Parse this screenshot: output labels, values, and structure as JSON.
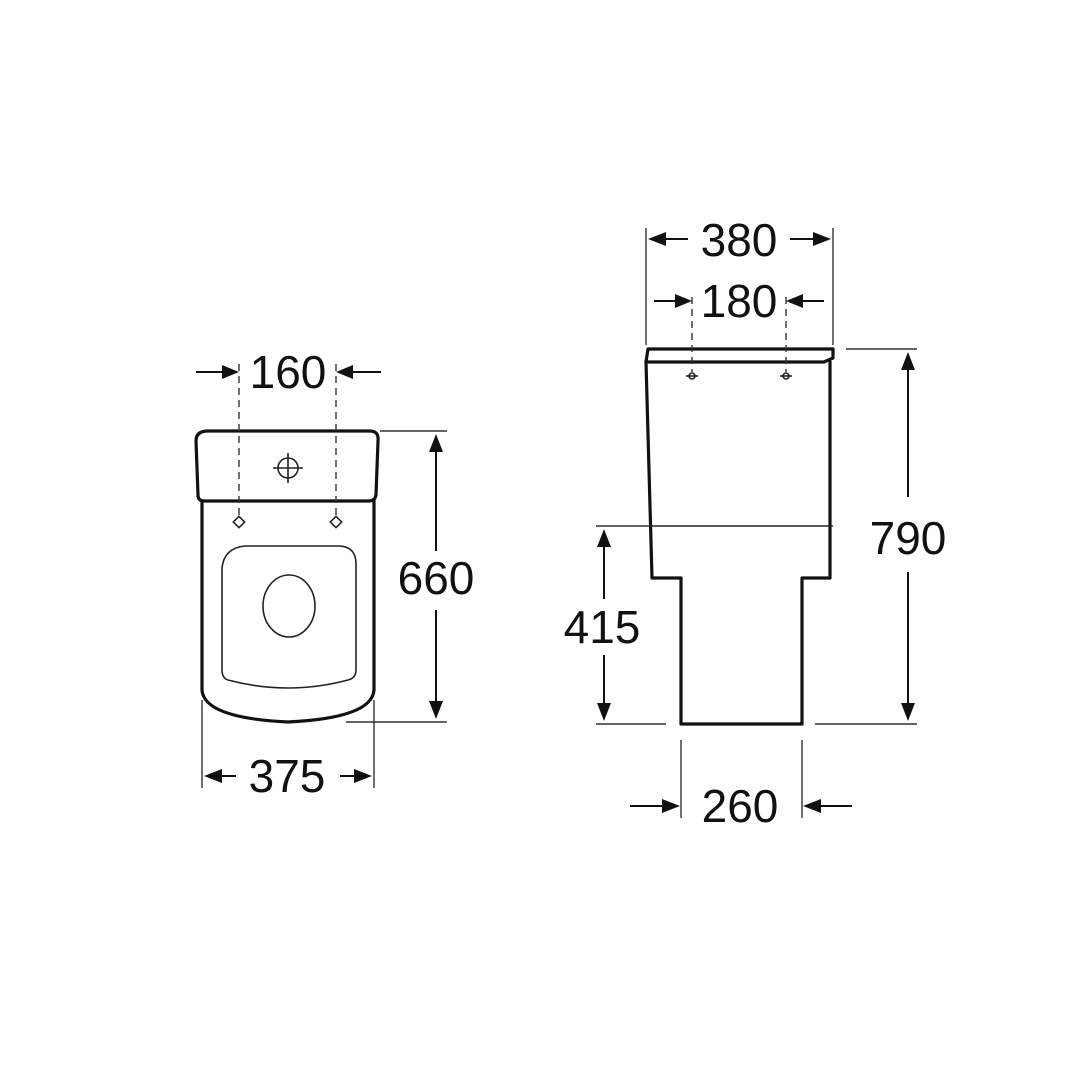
{
  "top_view": {
    "hole_spacing_label": "160",
    "depth_label": "660",
    "width_label": "375"
  },
  "side_view": {
    "width_label": "380",
    "hole_spacing_label": "180",
    "total_height_label": "790",
    "bowl_height_label": "415",
    "base_width_label": "260"
  },
  "colors": {
    "line": "#111111",
    "background": "#ffffff"
  }
}
